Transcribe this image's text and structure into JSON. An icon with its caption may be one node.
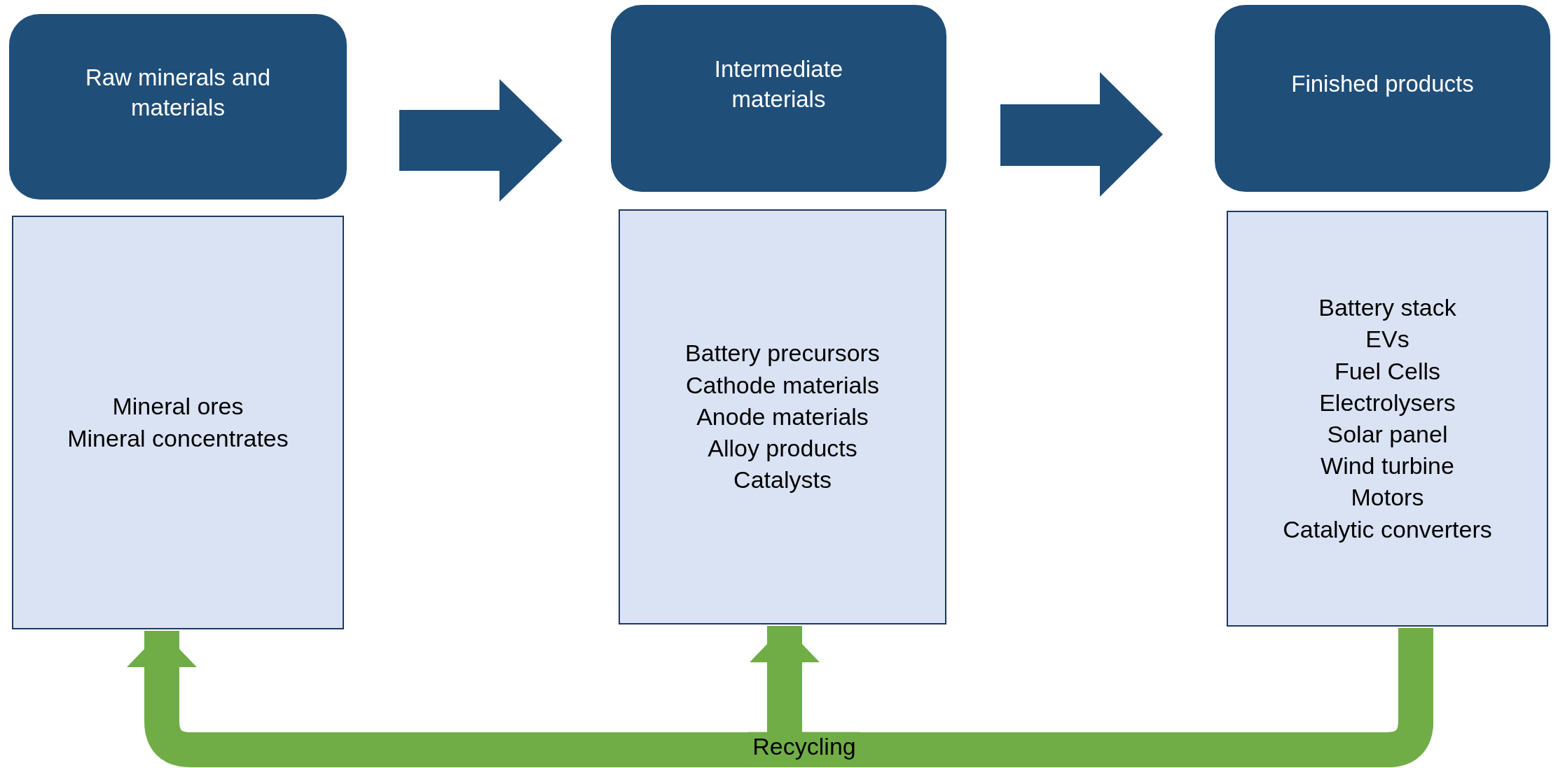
{
  "diagram": {
    "nodes": [
      {
        "text": [
          "Raw minerals and materials"
        ]
      },
      {
        "text": [
          "Intermediate materials"
        ]
      },
      {
        "text": [
          "Finished products"
        ]
      },
      {
        "text": [
          "Mineral ores",
          "Mineral concentrates"
        ]
      },
      {
        "text": [
          "Battery precursors",
          "Cathode materials",
          "Anode materials",
          "Alloy products",
          "Catalysts"
        ]
      },
      {
        "text": [
          "Battery stack",
          "EVs",
          "Fuel Cells",
          "Electrolysers",
          "Solar panel",
          "Wind turbine",
          "Motors",
          "Catalytic converters"
        ]
      }
    ],
    "edges": [
      {
        "from": 0,
        "to": 1,
        "arrow": "to"
      },
      {
        "from": 1,
        "to": 2,
        "arrow": "to"
      },
      {
        "from": 5,
        "to": 3,
        "arrow": "to",
        "label": "Recycling",
        "color": "#70ad47"
      },
      {
        "from": 5,
        "to": 4,
        "arrow": "to",
        "color": "#70ad47"
      }
    ]
  }
}
